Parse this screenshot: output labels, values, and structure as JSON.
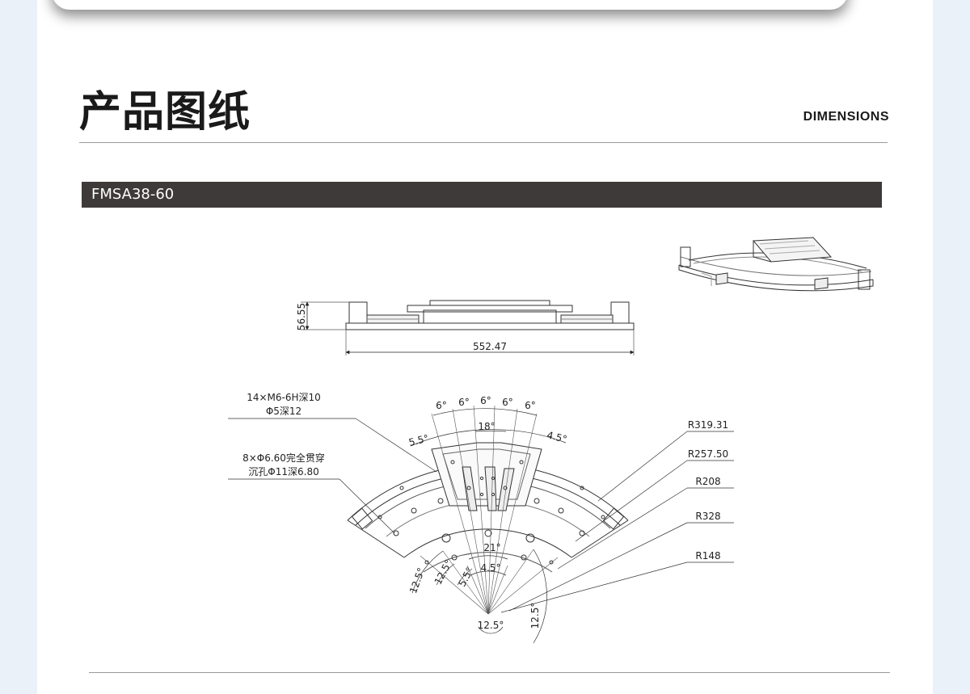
{
  "header": {
    "title_cn": "产品图纸",
    "title_en": "DIMENSIONS"
  },
  "model": {
    "name": "FMSA38-60"
  },
  "side_view": {
    "height_label": "56.55",
    "width_label": "552.47"
  },
  "top_view": {
    "note_threaded_line1": "14×M6-6H深10",
    "note_threaded_line2": "Φ5深12",
    "note_through_line1": "8×Φ6.60完全贯穿",
    "note_through_line2": "沉孔Φ11深6.80",
    "angle_6_a": "6°",
    "angle_6_b": "6°",
    "angle_6_c": "6°",
    "angle_6_d": "6°",
    "angle_6_e": "6°",
    "angle_18": "18°",
    "angle_5_5_top": "5.5°",
    "angle_4_5_top": "4.5°",
    "angle_21": "21°",
    "angle_4_5_bottom": "4.5°",
    "angle_5_5_bottom": "5.5°",
    "angle_12_5_a": "12.5°",
    "angle_12_5_b": "12.5°",
    "angle_12_5_c": "12.5°",
    "angle_12_5_d": "12.5°",
    "r1": "R319.31",
    "r2": "R257.50",
    "r3": "R208",
    "r4": "R328",
    "r5": "R148"
  },
  "colors": {
    "page_bg": "#eaf1f8",
    "bar_bg": "#3d3a39",
    "line": "#333333"
  }
}
